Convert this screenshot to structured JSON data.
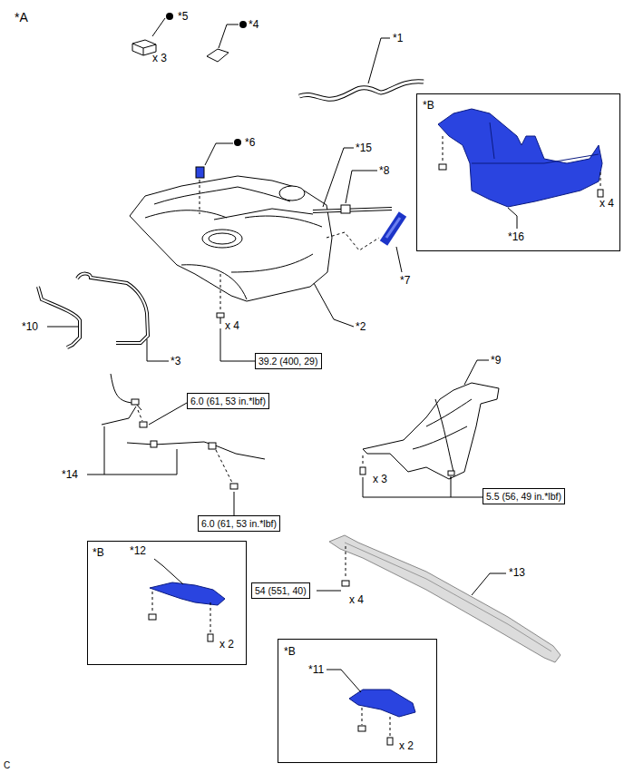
{
  "diagram": {
    "nodes": [
      {
        "text": [
          "*B",
          "*16",
          "x 4"
        ]
      },
      {
        "text": [
          "39.2 (400, 29)"
        ]
      },
      {
        "text": [
          "6.0 (61, 53 in.*lbf)"
        ]
      },
      {
        "text": [
          "5.5 (56, 49 in.*lbf)"
        ]
      },
      {
        "text": [
          "6.0 (61, 53 in.*lbf)"
        ]
      },
      {
        "text": [
          "*B",
          "*12",
          "x 2"
        ]
      },
      {
        "text": [
          "54 (551, 40)"
        ]
      },
      {
        "text": [
          "*B",
          "*11",
          "x 2"
        ]
      }
    ],
    "labels": [
      "*A",
      "*5",
      "x 3",
      "*4",
      "*1",
      "*6",
      "*15",
      "*8",
      "*7",
      "*2",
      "x 4",
      "*10",
      "*3",
      "*14",
      "*9",
      "x 3",
      "*13",
      "x 4",
      "C"
    ]
  }
}
